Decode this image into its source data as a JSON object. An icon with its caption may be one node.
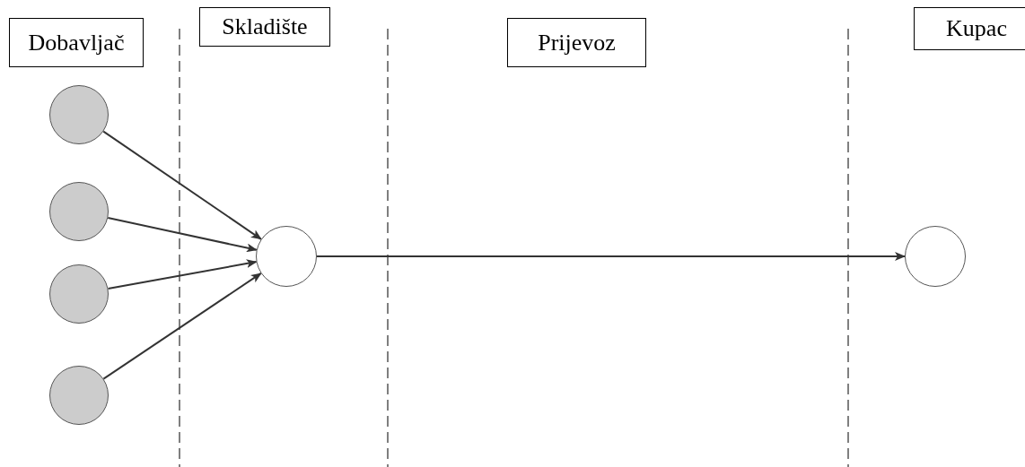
{
  "diagram": {
    "nodes": [
      {
        "text": [
          "Dobavljač"
        ]
      },
      {
        "text": [
          "Skladište"
        ]
      },
      {
        "text": [
          "Prijevoz"
        ]
      },
      {
        "text": [
          "Kupac"
        ]
      },
      {
        "text": [],
        "shape": "circle"
      },
      {
        "text": [],
        "shape": "circle"
      },
      {
        "text": [],
        "shape": "circle"
      },
      {
        "text": [],
        "shape": "circle"
      },
      {
        "text": [],
        "shape": "circle"
      },
      {
        "text": [],
        "shape": "circle"
      }
    ],
    "edges": [
      {
        "from": 4,
        "to": 8,
        "arrow": "to"
      },
      {
        "from": 5,
        "to": 8,
        "arrow": "to"
      },
      {
        "from": 6,
        "to": 8,
        "arrow": "to"
      },
      {
        "from": 7,
        "to": 8,
        "arrow": "to"
      },
      {
        "from": 8,
        "to": 9,
        "arrow": "to"
      }
    ]
  }
}
